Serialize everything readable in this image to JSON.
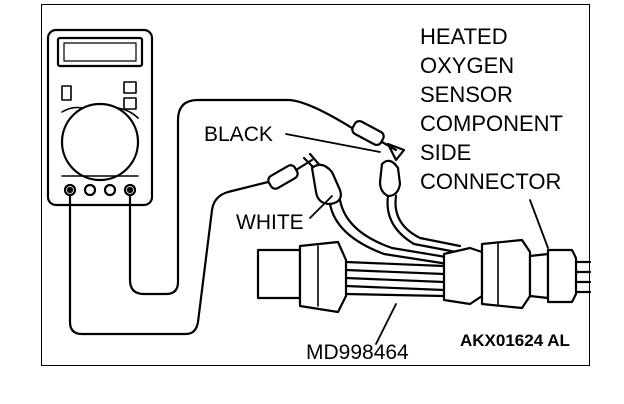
{
  "labels": {
    "sensor_title_lines": [
      "HEATED",
      "OXYGEN",
      "SENSOR",
      "COMPONENT",
      "SIDE",
      "CONNECTOR"
    ],
    "black_wire": "BLACK",
    "white_wire": "WHITE",
    "tool_number": "MD998464",
    "figure_code": "AKX01624 AL"
  }
}
